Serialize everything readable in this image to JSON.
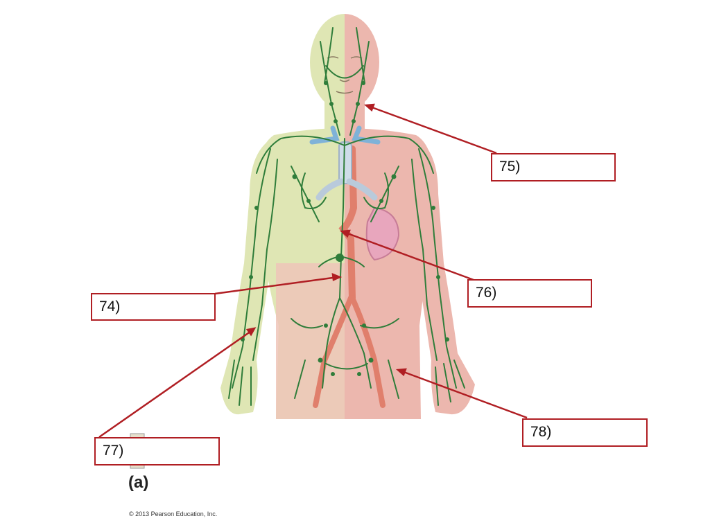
{
  "labels": {
    "l74": "74)",
    "l75": "75)",
    "l76": "76)",
    "l77": "77)",
    "l78": "78)"
  },
  "panel_letter": "(a)",
  "credit": "© 2013 Pearson Education, Inc.",
  "colors": {
    "leader": "#b01e23",
    "lymph": "#2f7d3a",
    "body_left": "#dfe6b4",
    "body_right": "#ecb7ae",
    "vein": "#7fb2d8",
    "artery": "#e07f6c"
  }
}
